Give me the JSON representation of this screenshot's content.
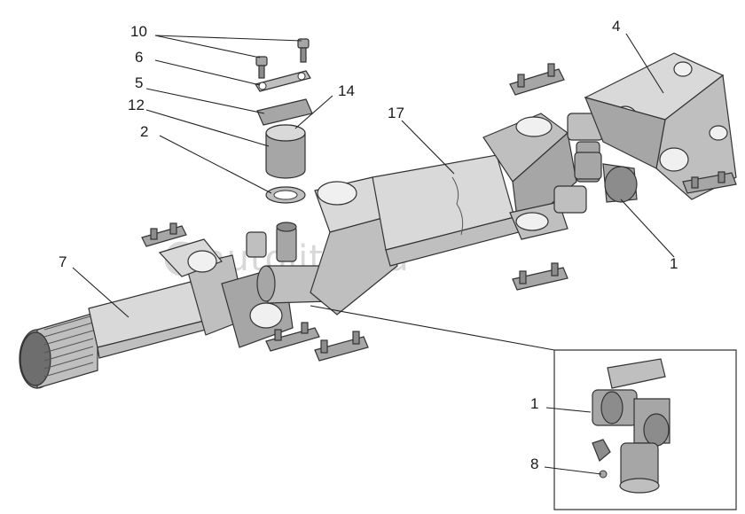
{
  "watermark": "autoliter.ru",
  "callouts": {
    "c10": "10",
    "c6": "6",
    "c5": "5",
    "c14": "14",
    "c12": "12",
    "c2": "2",
    "c17": "17",
    "c4": "4",
    "c1_main": "1",
    "c7": "7",
    "c1_inset": "1",
    "c8": "8"
  }
}
